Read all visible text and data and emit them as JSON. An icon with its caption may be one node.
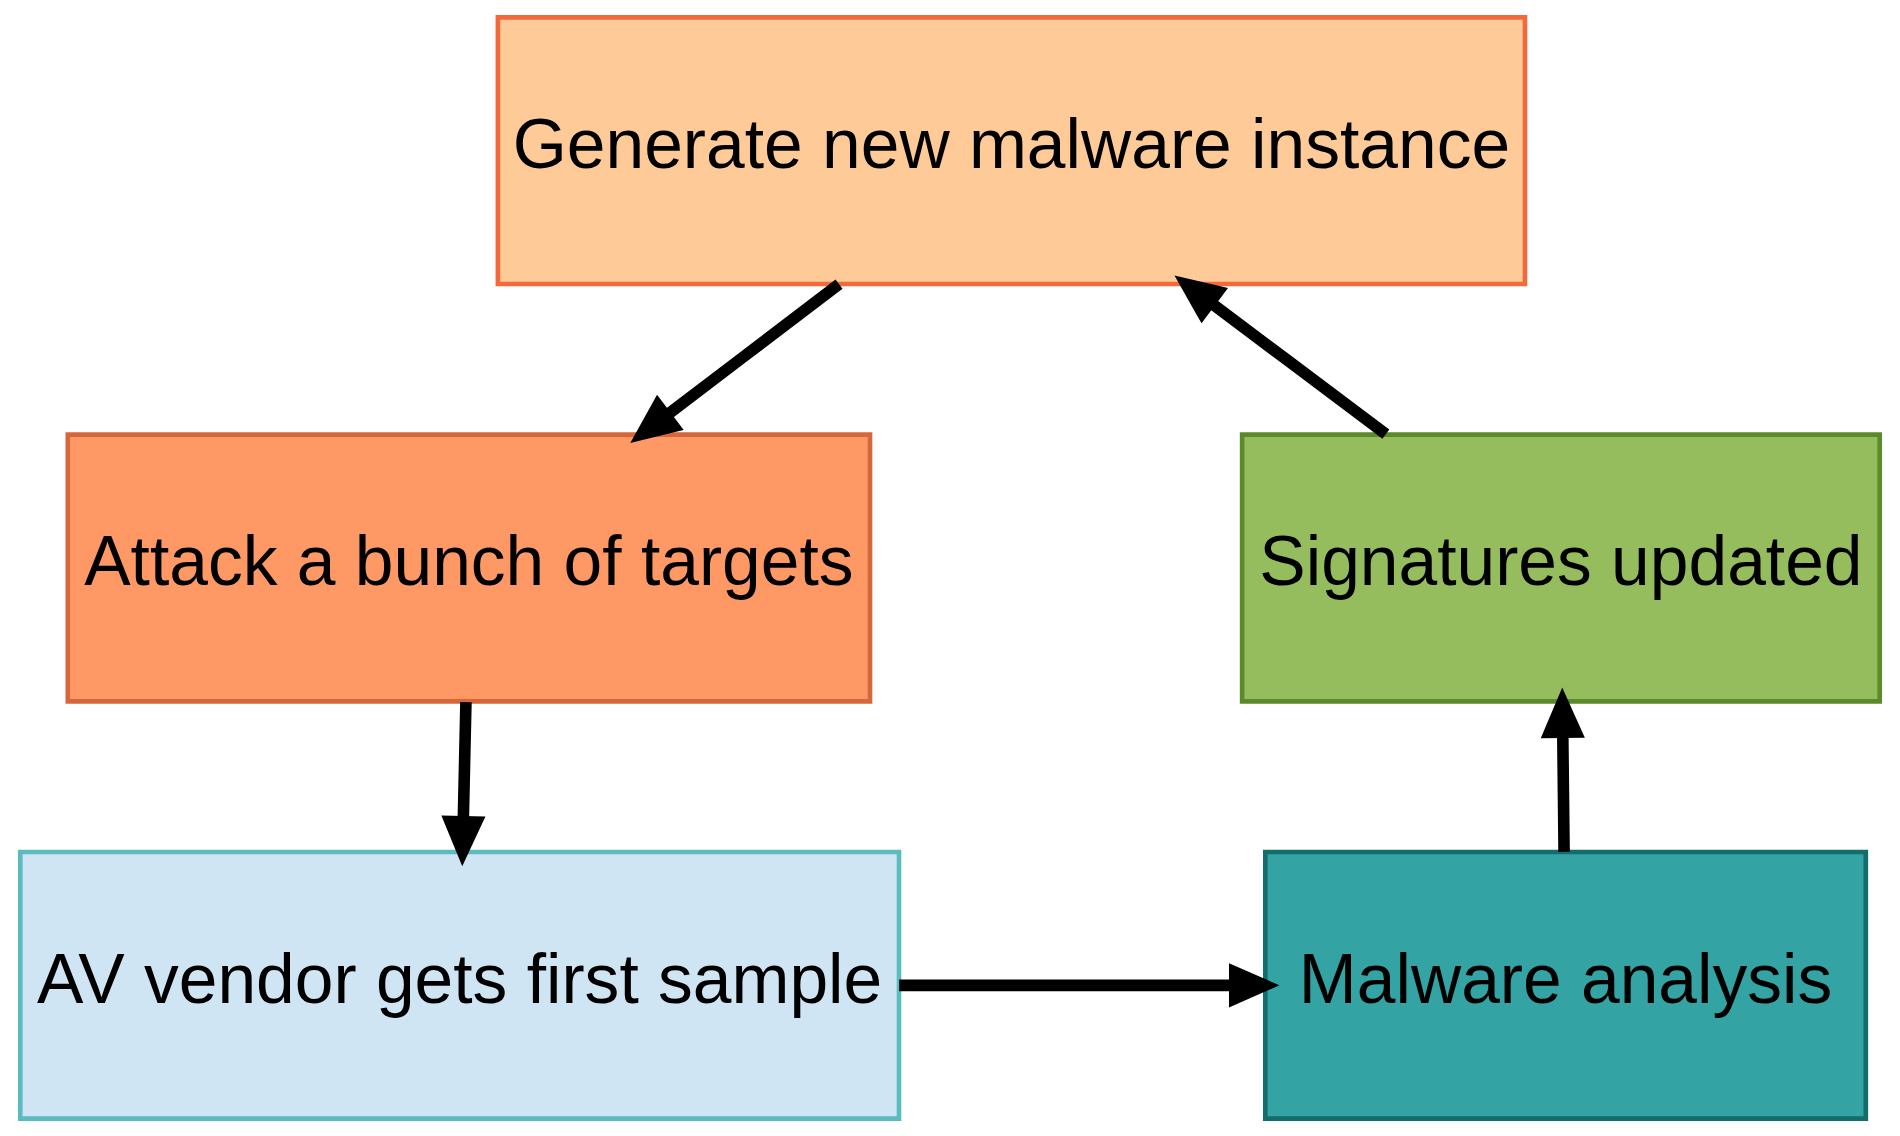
{
  "diagram": {
    "nodes": [
      {
        "text": [
          "Generate new malware instance"
        ]
      },
      {
        "text": [
          "Attack a bunch of targets"
        ]
      },
      {
        "text": [
          "AV vendor gets first sample"
        ]
      },
      {
        "text": [
          "Malware analysis"
        ]
      },
      {
        "text": [
          "Signatures updated"
        ]
      }
    ],
    "edges": [
      {
        "from": 0,
        "to": 1,
        "arrow": "to"
      },
      {
        "from": 1,
        "to": 2,
        "arrow": "to"
      },
      {
        "from": 2,
        "to": 3,
        "arrow": "to"
      },
      {
        "from": 3,
        "to": 4,
        "arrow": "to"
      },
      {
        "from": 4,
        "to": 0,
        "arrow": "to"
      }
    ]
  }
}
